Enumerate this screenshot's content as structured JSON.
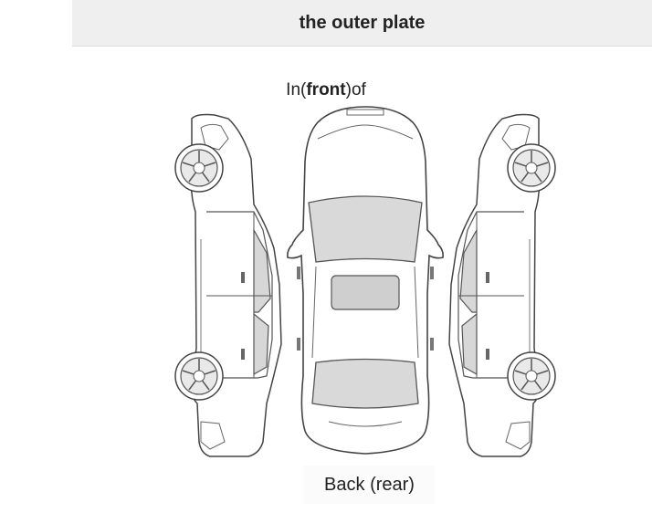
{
  "header": {
    "title": "the outer plate"
  },
  "front_label": {
    "prefix": "In(",
    "bold": "front",
    "suffix": ")of"
  },
  "back_label": "Back (rear)"
}
